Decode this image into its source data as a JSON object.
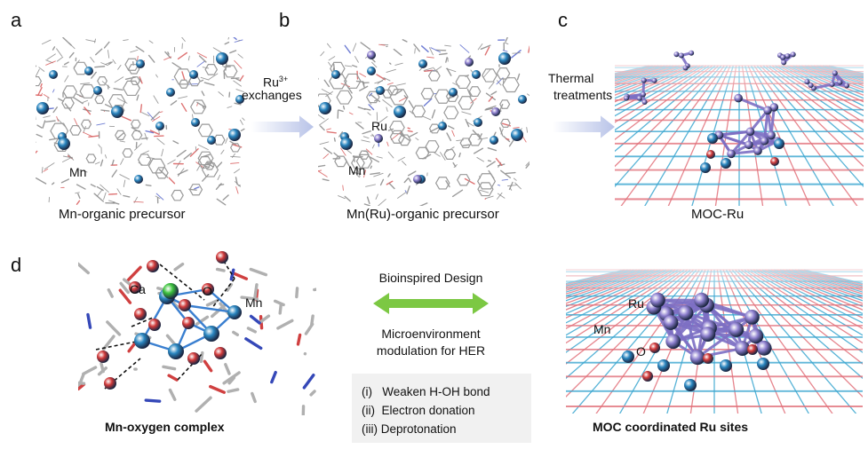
{
  "panels": {
    "a": {
      "label": "a",
      "caption": "Mn-organic precursor",
      "mn_label": "Mn"
    },
    "b": {
      "label": "b",
      "caption": "Mn(Ru)-organic precursor",
      "mn_label": "Mn",
      "ru_label": "Ru"
    },
    "c": {
      "label": "c",
      "caption": "MOC-Ru"
    },
    "d": {
      "label": "d"
    }
  },
  "arrows": {
    "ab": {
      "line1": "Ru",
      "sup": "3+",
      "line2": "exchanges"
    },
    "bc": {
      "line1": "Thermal",
      "line2": "treatments"
    }
  },
  "complex": {
    "caption": "Mn-oxygen complex",
    "ca_label": "Ca",
    "o_label": "O",
    "mn_label": "Mn"
  },
  "center": {
    "top_text": "Bioinspired Design",
    "bottom_line1": "Microenvironment",
    "bottom_line2": "modulation for HER",
    "items": [
      "(i)   Weaken H-OH bond",
      "(ii)  Electron donation",
      "(iii) Deprotonation"
    ]
  },
  "moc": {
    "caption": "MOC coordinated Ru sites",
    "ru_label": "Ru",
    "mn_label": "Mn",
    "o_label": "O"
  },
  "colors": {
    "mn_blue": "#2a86c0",
    "ru_purple": "#8e80cf",
    "oxygen_red": "#d23a3a",
    "ca_green": "#3cc23c",
    "arrow_green": "#7cc843",
    "arrow_blue": "#b8c3e8",
    "grid_red": "#e2707a",
    "grid_blue": "#3aa6d0"
  }
}
